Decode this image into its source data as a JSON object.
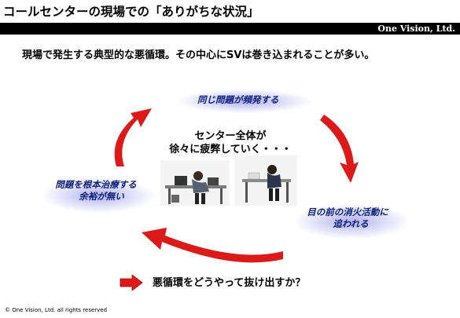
{
  "slide": {
    "title": "コールセンターの現場での「ありがちな状況」",
    "company": "One Vision, Ltd.",
    "subtitle": "現場で発生する典型的な悪循環。その中心にSVは巻き込まれることが多い。",
    "cycle": {
      "top": "同じ問題が頻発する",
      "right_line1": "目の前の消火活動に",
      "right_line2": "追われる",
      "left_line1": "問題を根本治療する",
      "left_line2": "余裕が無い",
      "center_line1": "センター全体が",
      "center_line2": "徐々に疲弊していく・・・"
    },
    "question": "悪循環をどうやって抜け出すか？",
    "footer": "© One Vision, Ltd. all rights reserved",
    "colors": {
      "arrow": "#dd1a1a",
      "label_text": "#0a1f7a",
      "header_bar": "#000000"
    }
  }
}
